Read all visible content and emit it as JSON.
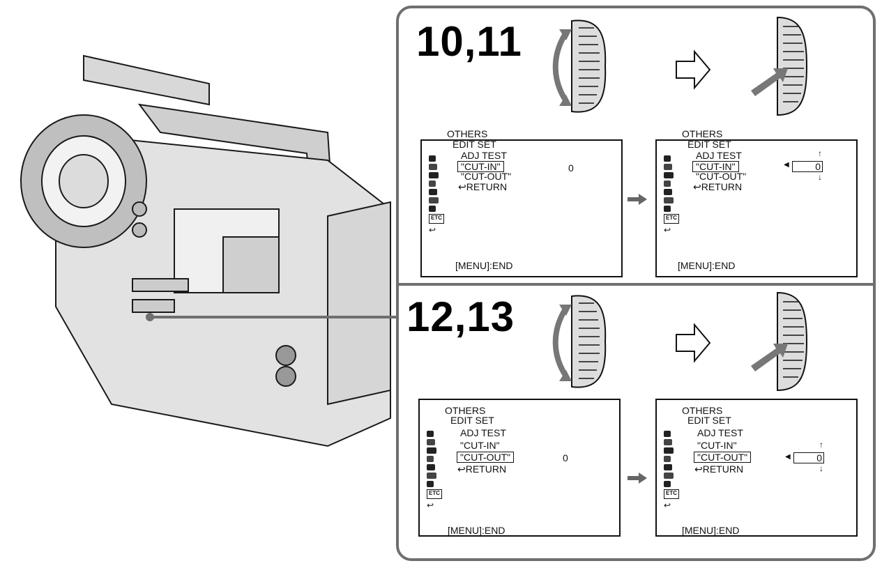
{
  "steps": [
    {
      "number": "10,11",
      "screen_before": {
        "title": "OTHERS",
        "section": "EDIT SET",
        "items": [
          "ADJ TEST",
          "\"CUT-IN\"",
          "\"CUT-OUT\"",
          "RETURN"
        ],
        "value": "0",
        "footer": "[MENU]:END"
      },
      "screen_after": {
        "title": "OTHERS",
        "section": "EDIT SET",
        "items": [
          "ADJ TEST",
          "\"CUT-IN\"",
          "\"CUT-OUT\"",
          "RETURN"
        ],
        "value": "0",
        "footer": "[MENU]:END"
      }
    },
    {
      "number": "12,13",
      "screen_before": {
        "title": "OTHERS",
        "section": "EDIT SET",
        "items": [
          "ADJ TEST",
          "\"CUT-IN\"",
          "\"CUT-OUT\"",
          "RETURN"
        ],
        "value": "0",
        "footer": "[MENU]:END"
      },
      "screen_after": {
        "title": "OTHERS",
        "section": "EDIT SET",
        "items": [
          "ADJ TEST",
          "\"CUT-IN\"",
          "\"CUT-OUT\"",
          "RETURN"
        ],
        "value": "0",
        "footer": "[MENU]:END"
      }
    }
  ],
  "icons": {
    "menu_side": [
      "tc-icon",
      "camera-set-icon",
      "vtr-set-icon",
      "lcd-set-icon",
      "cm-set-icon",
      "tape-set-icon",
      "setup-icon",
      "etc-icon",
      "return-icon"
    ],
    "etc_label": "ETC"
  }
}
